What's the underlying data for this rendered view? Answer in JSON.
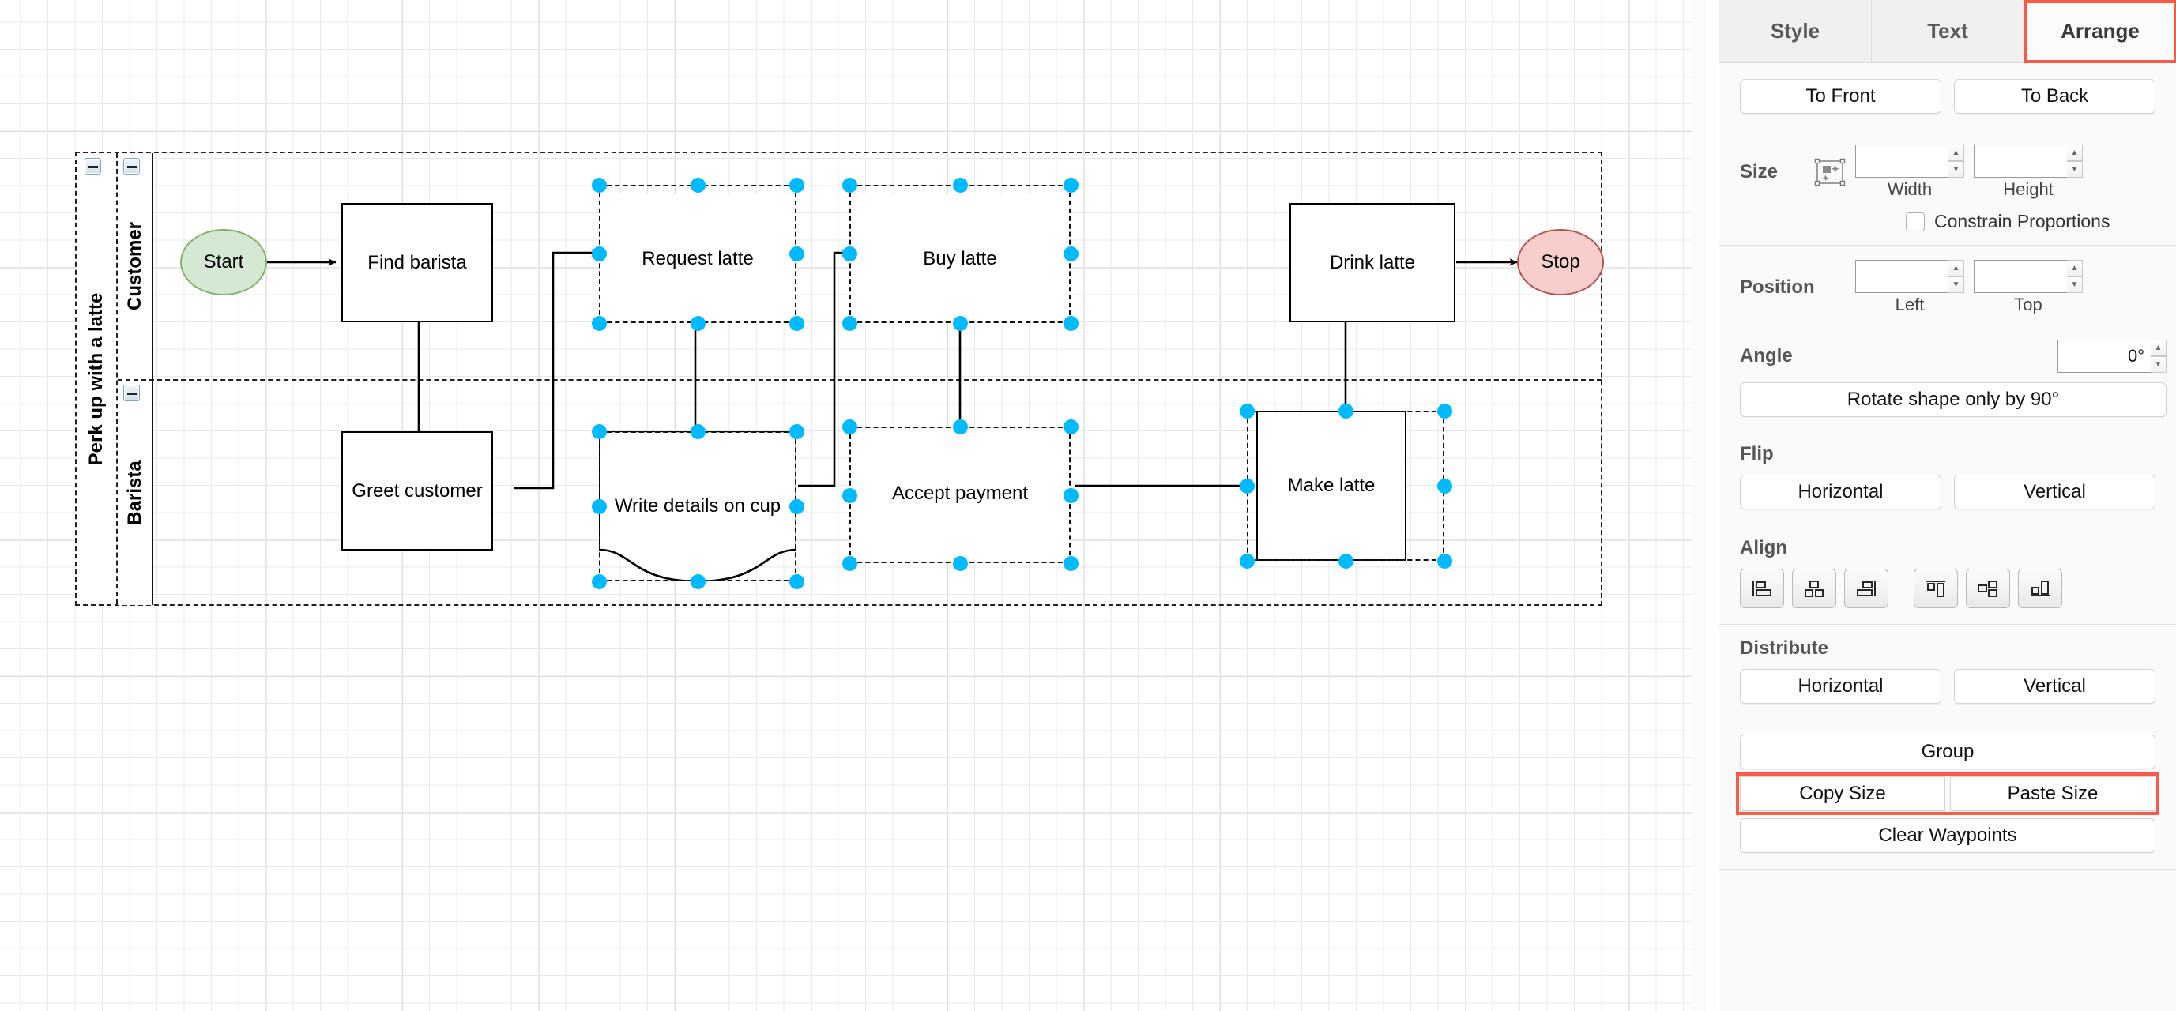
{
  "diagram": {
    "pool_title": "Perk up with a latte",
    "lanes": [
      {
        "name": "Customer"
      },
      {
        "name": "Barista"
      }
    ],
    "nodes": [
      {
        "id": "start",
        "label": "Start",
        "type": "ellipse-start"
      },
      {
        "id": "find",
        "label": "Find barista",
        "type": "rect"
      },
      {
        "id": "request",
        "label": "Request latte",
        "type": "rect",
        "selected": true
      },
      {
        "id": "buy",
        "label": "Buy latte",
        "type": "rect",
        "selected": true
      },
      {
        "id": "drink",
        "label": "Drink latte",
        "type": "rect"
      },
      {
        "id": "stop",
        "label": "Stop",
        "type": "ellipse-stop"
      },
      {
        "id": "greet",
        "label": "Greet customer",
        "type": "rect"
      },
      {
        "id": "write",
        "label": "Write details on cup",
        "type": "document",
        "selected": true
      },
      {
        "id": "accept",
        "label": "Accept payment",
        "type": "rect",
        "selected": true
      },
      {
        "id": "make",
        "label": "Make latte",
        "type": "rect",
        "selected": true
      }
    ],
    "colors": {
      "start_fill": "#d5e8d4",
      "start_stroke": "#82b366",
      "stop_fill": "#f8cecc",
      "stop_stroke": "#b85450",
      "selection": "#00baff",
      "highlight": "#fa5a46"
    }
  },
  "panel": {
    "tabs": [
      {
        "label": "Style",
        "active": false
      },
      {
        "label": "Text",
        "active": false
      },
      {
        "label": "Arrange",
        "active": true
      }
    ],
    "order": {
      "to_front": "To Front",
      "to_back": "To Back"
    },
    "size": {
      "label": "Size",
      "width_value": "",
      "height_value": "",
      "width_caption": "Width",
      "height_caption": "Height",
      "constrain_label": "Constrain Proportions",
      "constrain_checked": false
    },
    "position": {
      "label": "Position",
      "left_value": "",
      "top_value": "",
      "left_caption": "Left",
      "top_caption": "Top"
    },
    "angle": {
      "label": "Angle",
      "value": "0°",
      "rotate_button": "Rotate shape only by 90°"
    },
    "flip": {
      "label": "Flip",
      "horizontal": "Horizontal",
      "vertical": "Vertical"
    },
    "align": {
      "label": "Align",
      "buttons": [
        "align-left-icon",
        "align-center-icon",
        "align-right-icon",
        "align-top-icon",
        "align-middle-icon",
        "align-bottom-icon"
      ]
    },
    "distribute": {
      "label": "Distribute",
      "horizontal": "Horizontal",
      "vertical": "Vertical"
    },
    "actions": {
      "group": "Group",
      "copy_size": "Copy Size",
      "paste_size": "Paste Size",
      "clear_waypoints": "Clear Waypoints"
    }
  }
}
